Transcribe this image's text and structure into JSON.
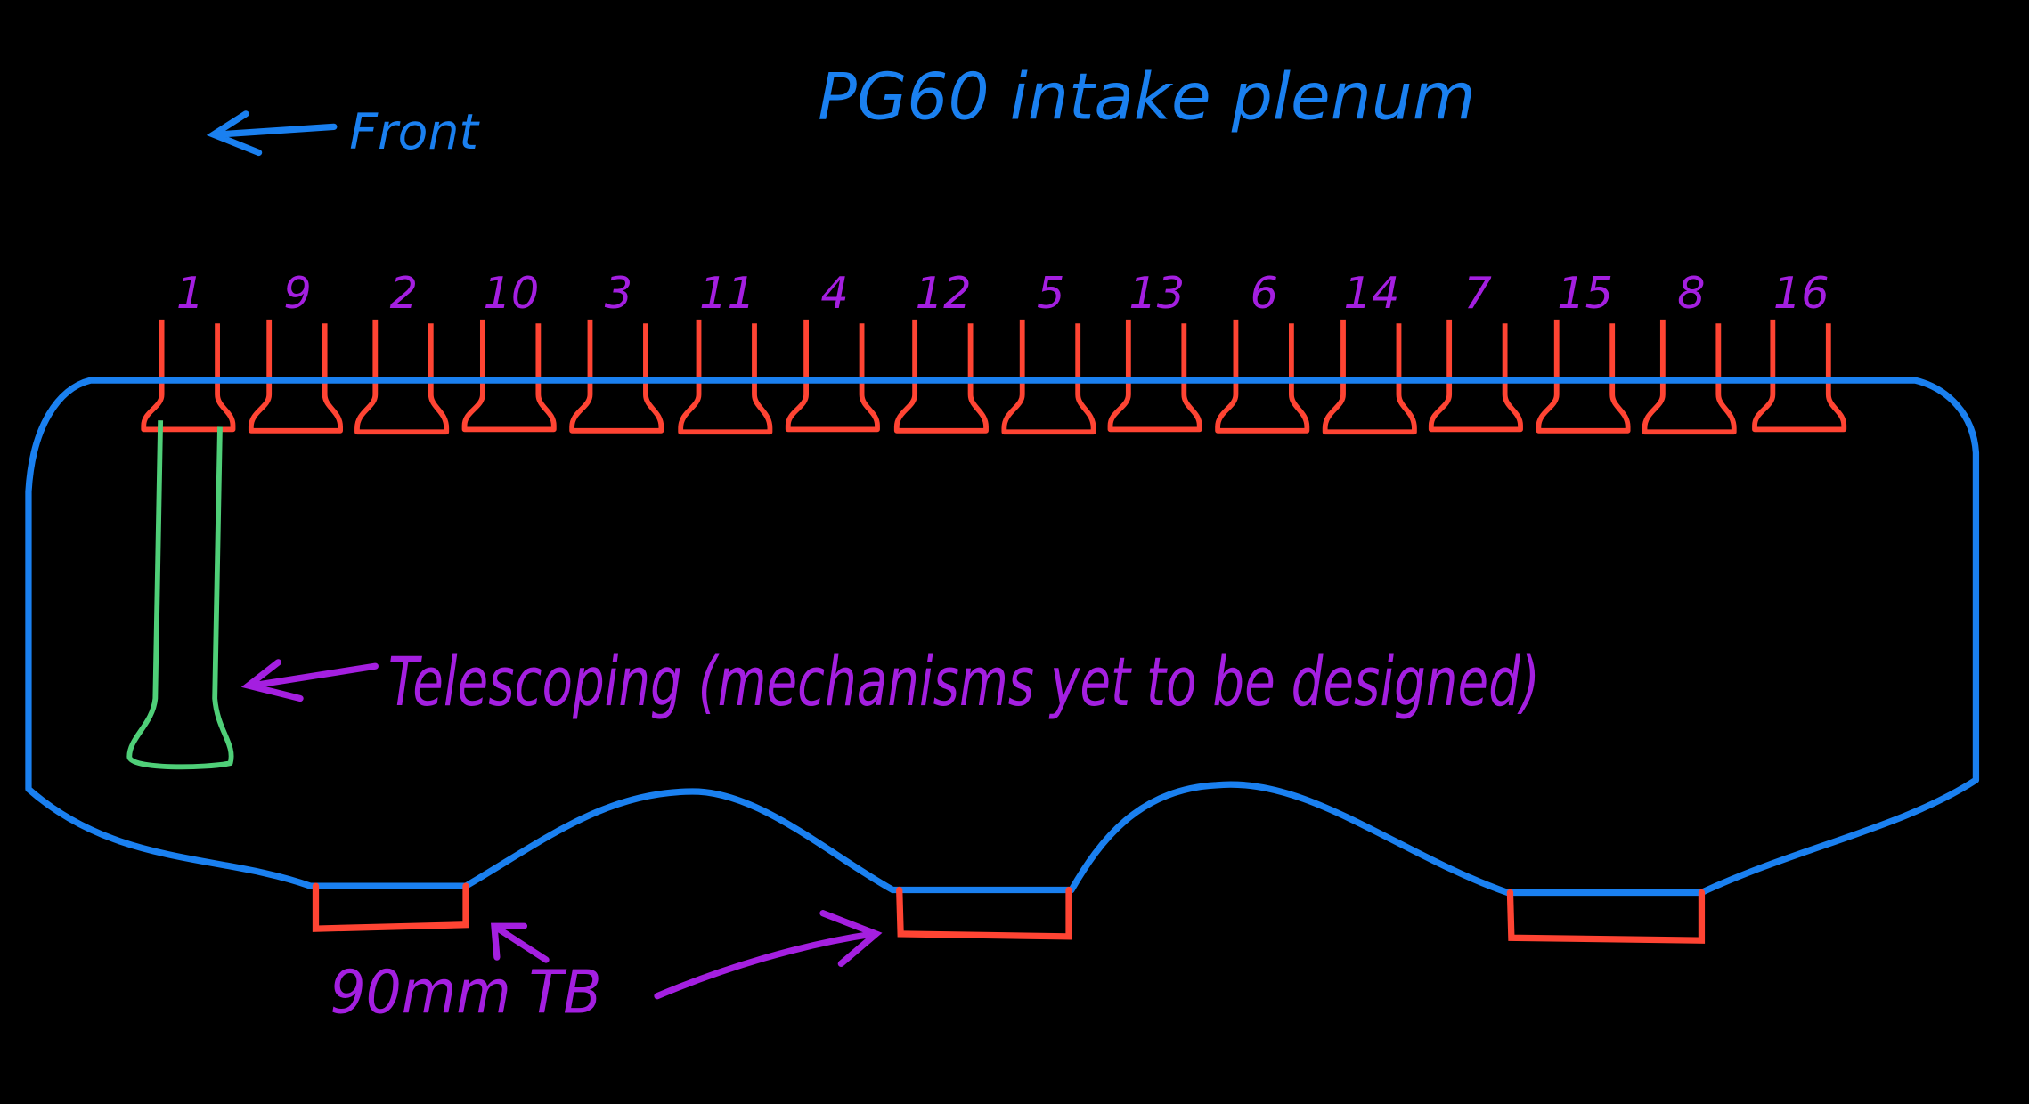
{
  "title": "PG60 intake plenum",
  "front_label": "Front",
  "cylinder_numbers": [
    "1",
    "9",
    "2",
    "10",
    "3",
    "11",
    "4",
    "12",
    "5",
    "13",
    "6",
    "14",
    "7",
    "15",
    "8",
    "16"
  ],
  "telescoping_note": "Telescoping (mechanisms yet to be designed)",
  "throttle_body_label": "90mm TB",
  "colors": {
    "plenum": "#1a80f0",
    "runners": "#ff4433",
    "annotations": "#a41fe0",
    "telescoping_runner": "#4fcf78",
    "background": "#000000"
  }
}
